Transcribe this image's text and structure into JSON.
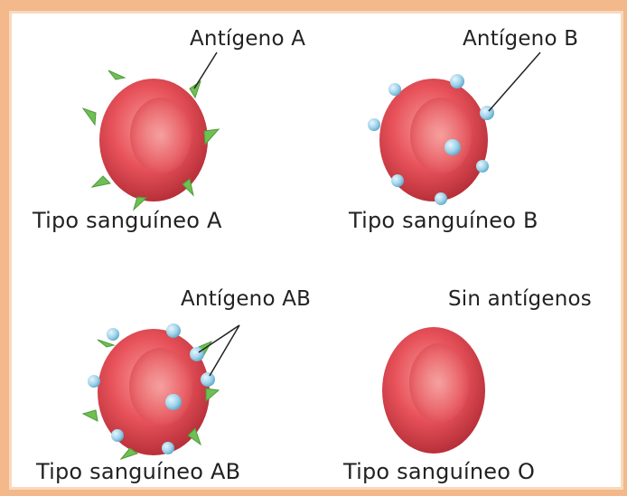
{
  "cells": [
    {
      "type_label": "Tipo sanguíneo A",
      "antigen_label": "Antígeno A",
      "antigens": "A"
    },
    {
      "type_label": "Tipo sanguíneo B",
      "antigen_label": "Antígeno B",
      "antigens": "B"
    },
    {
      "type_label": "Tipo sanguíneo AB",
      "antigen_label": "Antígeno AB",
      "antigens": "AB"
    },
    {
      "type_label": "Tipo sanguíneo O",
      "antigen_label": "Sin antígenos",
      "antigens": "none"
    }
  ],
  "colors": {
    "cell": "#e8525a",
    "antigen_a": "#6fbf54",
    "antigen_b": "#9fd3ea",
    "border": "#f3b98a"
  }
}
